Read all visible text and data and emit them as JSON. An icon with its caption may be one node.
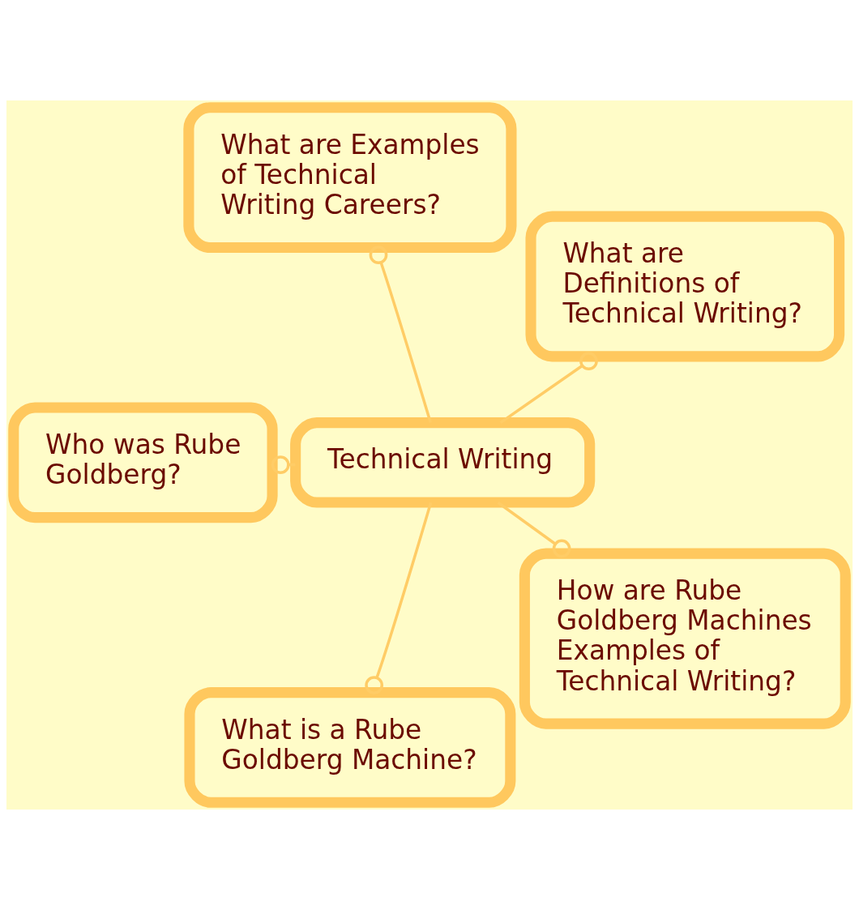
{
  "diagram": {
    "nodes": [
      {
        "text": [
          "Technical Writing"
        ]
      },
      {
        "text": [
          "What are Definitions of Technical Writing?"
        ]
      },
      {
        "text": [
          "What are Examples of Technical Writing Careers?"
        ]
      },
      {
        "text": [
          "Who was Rube Goldberg?"
        ]
      },
      {
        "text": [
          "What is a Rube Goldberg Machine?"
        ]
      },
      {
        "text": [
          "How are Rube Goldberg Machines Examples of Technical Writing?"
        ]
      }
    ],
    "edges": [
      {
        "from": 0,
        "to": 1,
        "arrow": "other"
      },
      {
        "from": 0,
        "to": 2,
        "arrow": "other"
      },
      {
        "from": 0,
        "to": 3,
        "arrow": "other"
      },
      {
        "from": 0,
        "to": 4,
        "arrow": "other"
      },
      {
        "from": 0,
        "to": 5,
        "arrow": "other"
      }
    ]
  }
}
